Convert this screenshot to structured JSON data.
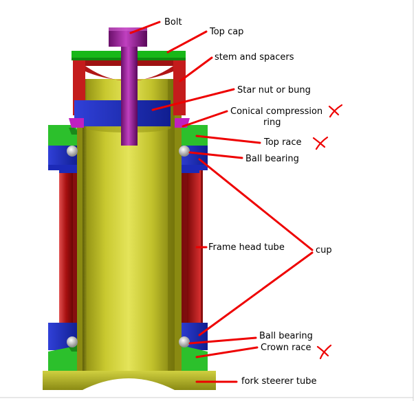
{
  "labels": {
    "bolt": "Bolt",
    "top_cap": "Top cap",
    "stem_spacers": "stem and spacers",
    "star_nut": "Star nut or bung",
    "conical_line1": "Conical compression",
    "conical_line2": "ring",
    "top_race": "Top race",
    "ball_bearing_top": "Ball bearing",
    "frame_head_tube": "Frame head tube",
    "cup": "cup",
    "ball_bearing_bottom": "Ball bearing",
    "crown_race": "Crown race",
    "fork_steerer_tube": "fork steerer tube"
  },
  "colors": {
    "leader": "#ee0000",
    "bolt": "#a020a0",
    "top_cap": "#18b818",
    "spacers": "#cc1f1f",
    "steerer": "#c8c820",
    "star_nut": "#2a3ad0",
    "cup": "#1c2ab8",
    "frame": "#c01818",
    "race": "#2cc02c",
    "fork": "#b8b830",
    "compression_ring": "#c020c0",
    "bearing": "#d8d8d8"
  },
  "annotations": {
    "conical_ring_cross": "x-mark",
    "top_race_cross": "x-mark",
    "crown_race_cross": "x-mark"
  }
}
